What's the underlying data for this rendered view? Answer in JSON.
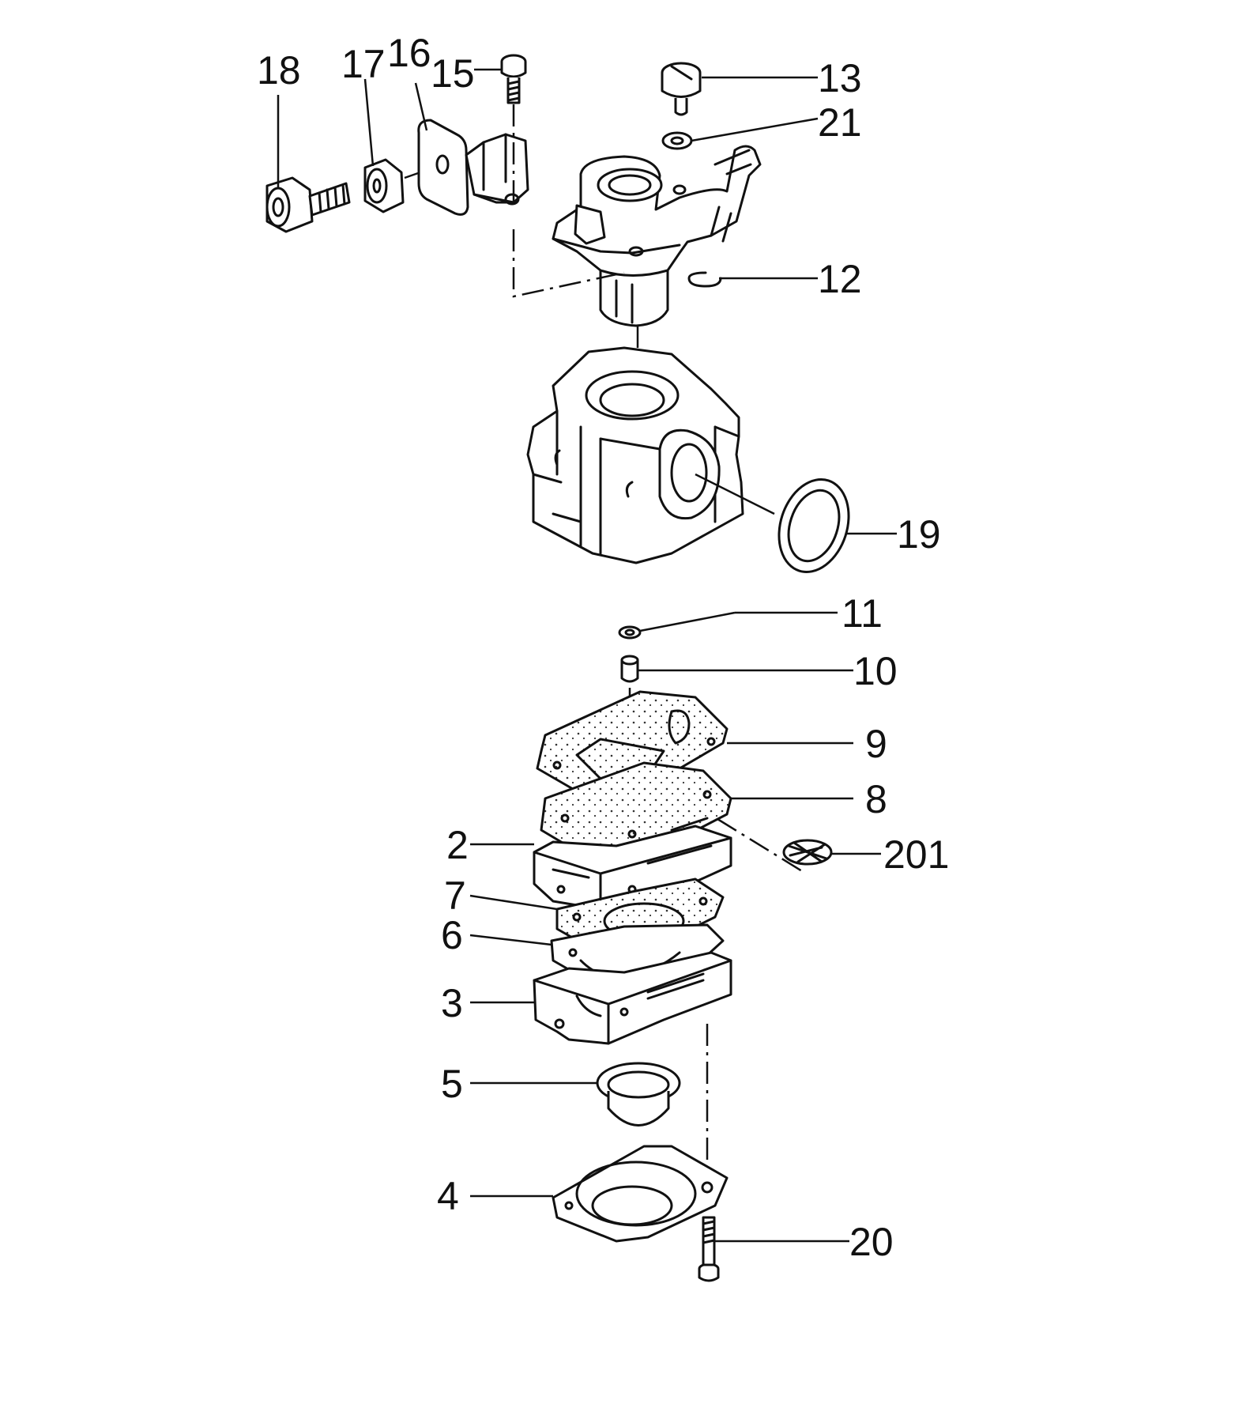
{
  "diagram": {
    "parts": [
      {
        "id": "18",
        "label": "18"
      },
      {
        "id": "17",
        "label": "17"
      },
      {
        "id": "16",
        "label": "16"
      },
      {
        "id": "15",
        "label": "15"
      },
      {
        "id": "13",
        "label": "13"
      },
      {
        "id": "21",
        "label": "21"
      },
      {
        "id": "12",
        "label": "12"
      },
      {
        "id": "19",
        "label": "19"
      },
      {
        "id": "11",
        "label": "11"
      },
      {
        "id": "10",
        "label": "10"
      },
      {
        "id": "9",
        "label": "9"
      },
      {
        "id": "8",
        "label": "8"
      },
      {
        "id": "2",
        "label": "2"
      },
      {
        "id": "201",
        "label": "201"
      },
      {
        "id": "7",
        "label": "7"
      },
      {
        "id": "6",
        "label": "6"
      },
      {
        "id": "3",
        "label": "3"
      },
      {
        "id": "5",
        "label": "5"
      },
      {
        "id": "4",
        "label": "4"
      },
      {
        "id": "20",
        "label": "20"
      }
    ]
  }
}
